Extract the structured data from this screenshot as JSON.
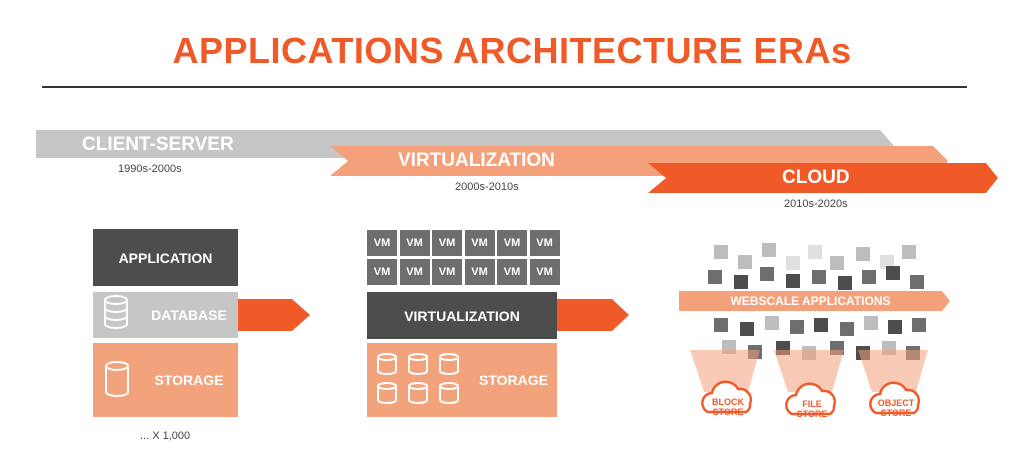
{
  "title": "APPLICATIONS ARCHITECTURE ERAs",
  "eras": [
    {
      "name": "CLIENT-SERVER",
      "dates": "1990s-2000s"
    },
    {
      "name": "VIRTUALIZATION",
      "dates": "2000s-2010s"
    },
    {
      "name": "CLOUD",
      "dates": "2010s-2020s"
    }
  ],
  "client_server": {
    "application_label": "APPLICATION",
    "database_label": "DATABASE",
    "storage_label": "STORAGE",
    "note": "... X 1,000"
  },
  "virtualization": {
    "vm_label": "VM",
    "vm_count": 12,
    "layer_label": "VIRTUALIZATION",
    "storage_label": "STORAGE"
  },
  "cloud": {
    "banner_label": "WEBSCALE APPLICATIONS",
    "stores": [
      {
        "line1": "BLOCK",
        "line2": "STORE"
      },
      {
        "line1": "FILE",
        "line2": "STORE"
      },
      {
        "line1": "OBJECT",
        "line2": "STORE"
      }
    ]
  },
  "colors": {
    "orange": "#f05a28",
    "light_orange": "#f4a07a",
    "peach": "#f3a37c",
    "gray_band": "#c6c6c6",
    "dark_gray": "#4d4d4d",
    "mid_gray": "#6e6e6e",
    "light_gray": "#bdbdbd"
  },
  "icons": [
    "database-stack-icon",
    "storage-cylinder-icon",
    "cloud-icon"
  ]
}
